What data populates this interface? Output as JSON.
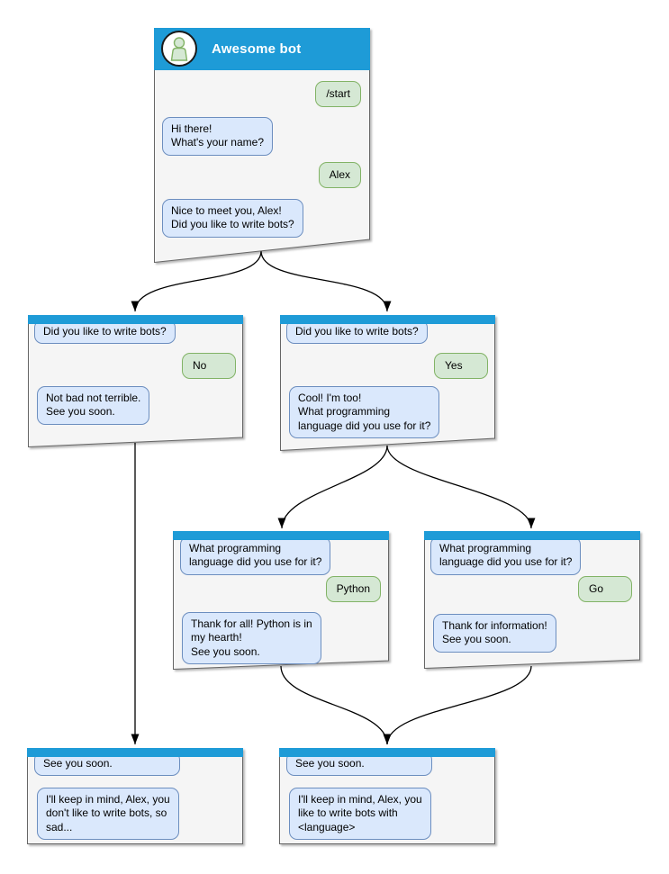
{
  "colors": {
    "titlebar_blue": "#1e9bd7",
    "bot_bubble_fill": "#dae8fc",
    "bot_bubble_border": "#6c8ebf",
    "user_bubble_fill": "#d5e8d4",
    "user_bubble_border": "#82b366",
    "window_fill": "#f5f5f5",
    "window_border": "#666666",
    "arrow_color": "#000000"
  },
  "icons": {
    "avatar": "person-icon"
  },
  "windows": {
    "root": {
      "title": "Awesome bot",
      "messages": [
        {
          "from": "user",
          "text": "/start"
        },
        {
          "from": "bot",
          "text": "Hi there!\nWhat's your name?"
        },
        {
          "from": "user",
          "text": "Alex"
        },
        {
          "from": "bot",
          "text": "Nice to meet you, Alex!\nDid you like to write bots?"
        }
      ]
    },
    "no_branch": {
      "messages": [
        {
          "from": "bot",
          "text": "Did you like to write bots?"
        },
        {
          "from": "user",
          "text": "No"
        },
        {
          "from": "bot",
          "text": "Not bad not terrible.\nSee you soon."
        }
      ]
    },
    "yes_branch": {
      "messages": [
        {
          "from": "bot",
          "text": "Did you like to write bots?"
        },
        {
          "from": "user",
          "text": "Yes"
        },
        {
          "from": "bot",
          "text": "Cool! I'm too!\nWhat programming\nlanguage did you use for it?"
        }
      ]
    },
    "python_branch": {
      "messages": [
        {
          "from": "bot",
          "text": "What programming\nlanguage did you use for it?"
        },
        {
          "from": "user",
          "text": "Python"
        },
        {
          "from": "bot",
          "text": "Thank for all! Python is in\nmy hearth!\nSee you soon."
        }
      ]
    },
    "go_branch": {
      "messages": [
        {
          "from": "bot",
          "text": "What programming\nlanguage did you use for it?"
        },
        {
          "from": "user",
          "text": "Go"
        },
        {
          "from": "bot",
          "text": "Thank for information!\nSee you soon."
        }
      ]
    },
    "end_no": {
      "messages": [
        {
          "from": "bot",
          "text": "See you soon."
        },
        {
          "from": "bot",
          "text": "I'll keep in mind, Alex, you\ndon't like to write bots, so\nsad..."
        }
      ]
    },
    "end_lang": {
      "messages": [
        {
          "from": "bot",
          "text": "See you soon."
        },
        {
          "from": "bot",
          "text": "I'll keep in mind, Alex, you\nlike to write bots with\n<language>"
        }
      ]
    }
  }
}
